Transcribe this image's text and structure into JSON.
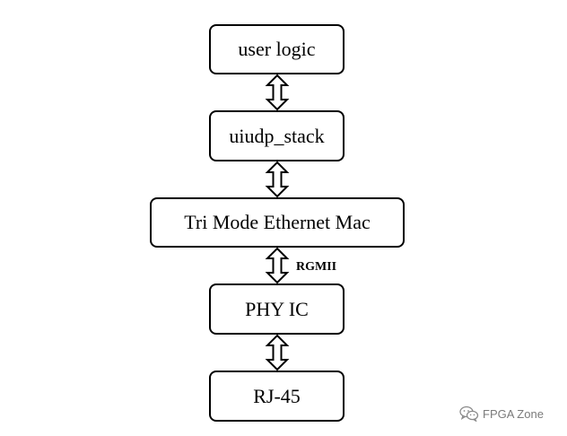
{
  "blocks": [
    {
      "id": "user-logic",
      "label": "user logic"
    },
    {
      "id": "uiudp-stack",
      "label": "uiudp_stack"
    },
    {
      "id": "tri-mode-ethernet-mac",
      "label": "Tri Mode Ethernet Mac"
    },
    {
      "id": "phy-ic",
      "label": "PHY IC"
    },
    {
      "id": "rj-45",
      "label": "RJ-45"
    }
  ],
  "connections": [
    {
      "from": "user-logic",
      "to": "uiudp-stack",
      "direction": "bidirectional",
      "label": ""
    },
    {
      "from": "uiudp-stack",
      "to": "tri-mode-ethernet-mac",
      "direction": "bidirectional",
      "label": ""
    },
    {
      "from": "tri-mode-ethernet-mac",
      "to": "phy-ic",
      "direction": "bidirectional",
      "label": "RGMII"
    },
    {
      "from": "phy-ic",
      "to": "rj-45",
      "direction": "bidirectional",
      "label": ""
    }
  ],
  "watermark": {
    "text": "FPGA Zone",
    "icon": "wechat-icon"
  }
}
